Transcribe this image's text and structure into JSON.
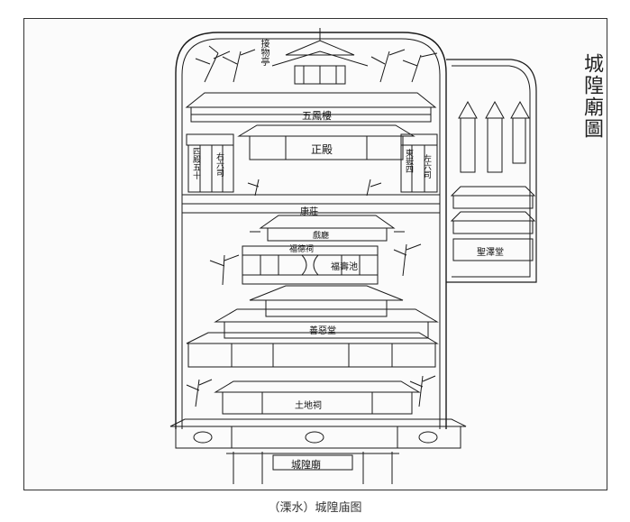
{
  "title": "城隍廟圖",
  "caption": "（溧水）城隍庙图",
  "labels": {
    "top_pavilion": "接物亭",
    "wufeng_lou": "五鳳樓",
    "zhengdian": "正殿",
    "left_hall_a": "四殿五十",
    "left_hall_b": "右六司",
    "right_hall_a": "東嶽四",
    "right_hall_b": "左六司",
    "corridor": "康莊",
    "fuqiu_ci": "福德祠",
    "lotus_pool": "福壽池",
    "xian_ting": "戲廳",
    "gate_hall": "善惡堂",
    "outer_gate": "城隍廟",
    "tudi": "土地祠",
    "east_hall": "聖澤堂"
  },
  "colors": {
    "ink": "#1a1a1a",
    "paper": "#fbfbfb",
    "frame": "#333333"
  }
}
